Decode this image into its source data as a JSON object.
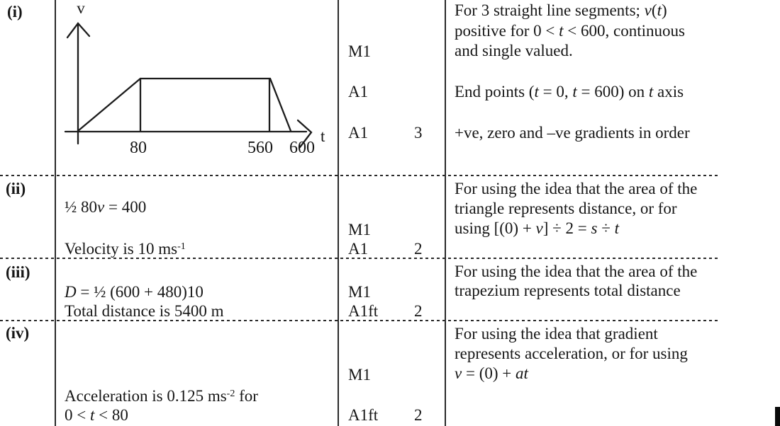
{
  "colors": {
    "ink": "#161616",
    "background": "#ffffff"
  },
  "parts": {
    "i": {
      "label": "(i)",
      "graph": {
        "v_axis_label": "v",
        "t_axis_label": "t",
        "tick_80": "80",
        "tick_560": "560",
        "tick_600": "600"
      },
      "marks": [
        "M1",
        "A1",
        "A1"
      ],
      "total": "3",
      "guidance": [
        "For 3 straight line segments; *v*(*t*)",
        "positive for 0 < *t* < 600, continuous",
        "and single valued.",
        "End points (*t* = 0, *t* = 600) on *t* axis",
        "+ve, zero and –ve gradients in order"
      ]
    },
    "ii": {
      "label": "(ii)",
      "working": [
        "½ 80*v* = 400",
        "Velocity is 10 ms^-1^"
      ],
      "marks": [
        "M1",
        "A1"
      ],
      "total": "2",
      "guidance": [
        "For using the idea that the area of the",
        "triangle represents distance, or for",
        "using [(0) + *v*] ÷ 2 = *s* ÷ *t*"
      ]
    },
    "iii": {
      "label": "(iii)",
      "working": [
        "*D* = ½ (600 + 480)10",
        "Total distance is 5400 m"
      ],
      "marks": [
        "M1",
        "A1ft"
      ],
      "total": "2",
      "guidance": [
        "For using the idea that the area of the",
        "trapezium represents total distance"
      ]
    },
    "iv": {
      "label": "(iv)",
      "working": [
        "Acceleration is 0.125 ms^-2^ for",
        "0 < *t* < 80"
      ],
      "marks": [
        "M1",
        "A1ft"
      ],
      "total": "2",
      "guidance": [
        "For using the idea that gradient",
        "represents acceleration, or for using",
        "*v* = (0) + *at*"
      ]
    }
  },
  "chart_data": {
    "type": "line",
    "title": "velocity-time sketch graph",
    "xlabel": "t",
    "ylabel": "v",
    "x": [
      0,
      80,
      560,
      600
    ],
    "y": [
      0,
      10,
      10,
      0
    ],
    "x_tick_labels": [
      "80",
      "560",
      "600"
    ],
    "xlim": [
      0,
      640
    ],
    "grid": false
  }
}
